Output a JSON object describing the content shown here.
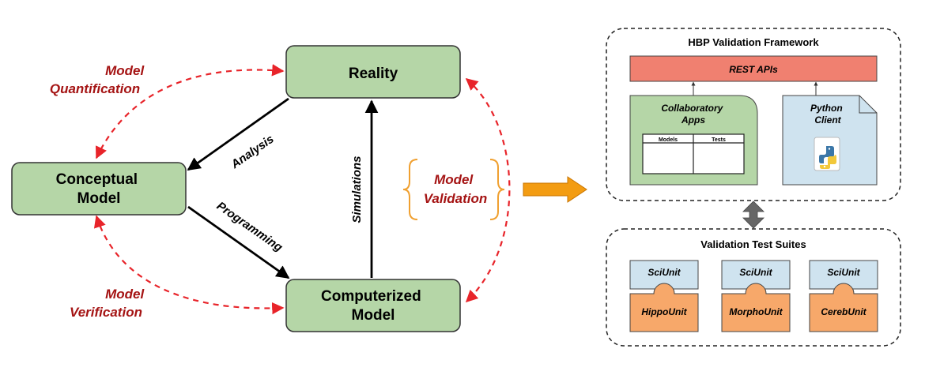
{
  "left": {
    "reality": "Reality",
    "conceptual_model": [
      "Conceptual",
      "Model"
    ],
    "computerized_model": [
      "Computerized",
      "Model"
    ],
    "analysis": "Analysis",
    "programming": "Programming",
    "simulations": "Simulations",
    "model_quantification": [
      "Model",
      "Quantification"
    ],
    "model_verification": [
      "Model",
      "Verification"
    ],
    "model_validation": [
      "Model",
      "Validation"
    ]
  },
  "framework": {
    "title": "HBP Validation Framework",
    "rest_apis": "REST APIs",
    "collab_apps": [
      "Collaboratory",
      "Apps"
    ],
    "table_headers": [
      "Models",
      "Tests"
    ],
    "python_client": [
      "Python",
      "Client"
    ]
  },
  "suites": {
    "title": "Validation Test Suites",
    "items": [
      {
        "top": "SciUnit",
        "bottom": "HippoUnit"
      },
      {
        "top": "SciUnit",
        "bottom": "MorphoUnit"
      },
      {
        "top": "SciUnit",
        "bottom": "CerebUnit"
      }
    ]
  },
  "colors": {
    "box_fill": "#b5d6a7",
    "box_stroke": "#333333",
    "dashed_red": "#e8242a",
    "label_red": "#a51414",
    "brace_orange": "#f0a030",
    "arrow_orange": "#f39c12",
    "rest_fill": "#f08070",
    "client_fill": "#cfe3ef",
    "unit_fill": "#f7a86a",
    "sciunit_fill": "#cfe3ef",
    "double_arrow": "#666666"
  }
}
